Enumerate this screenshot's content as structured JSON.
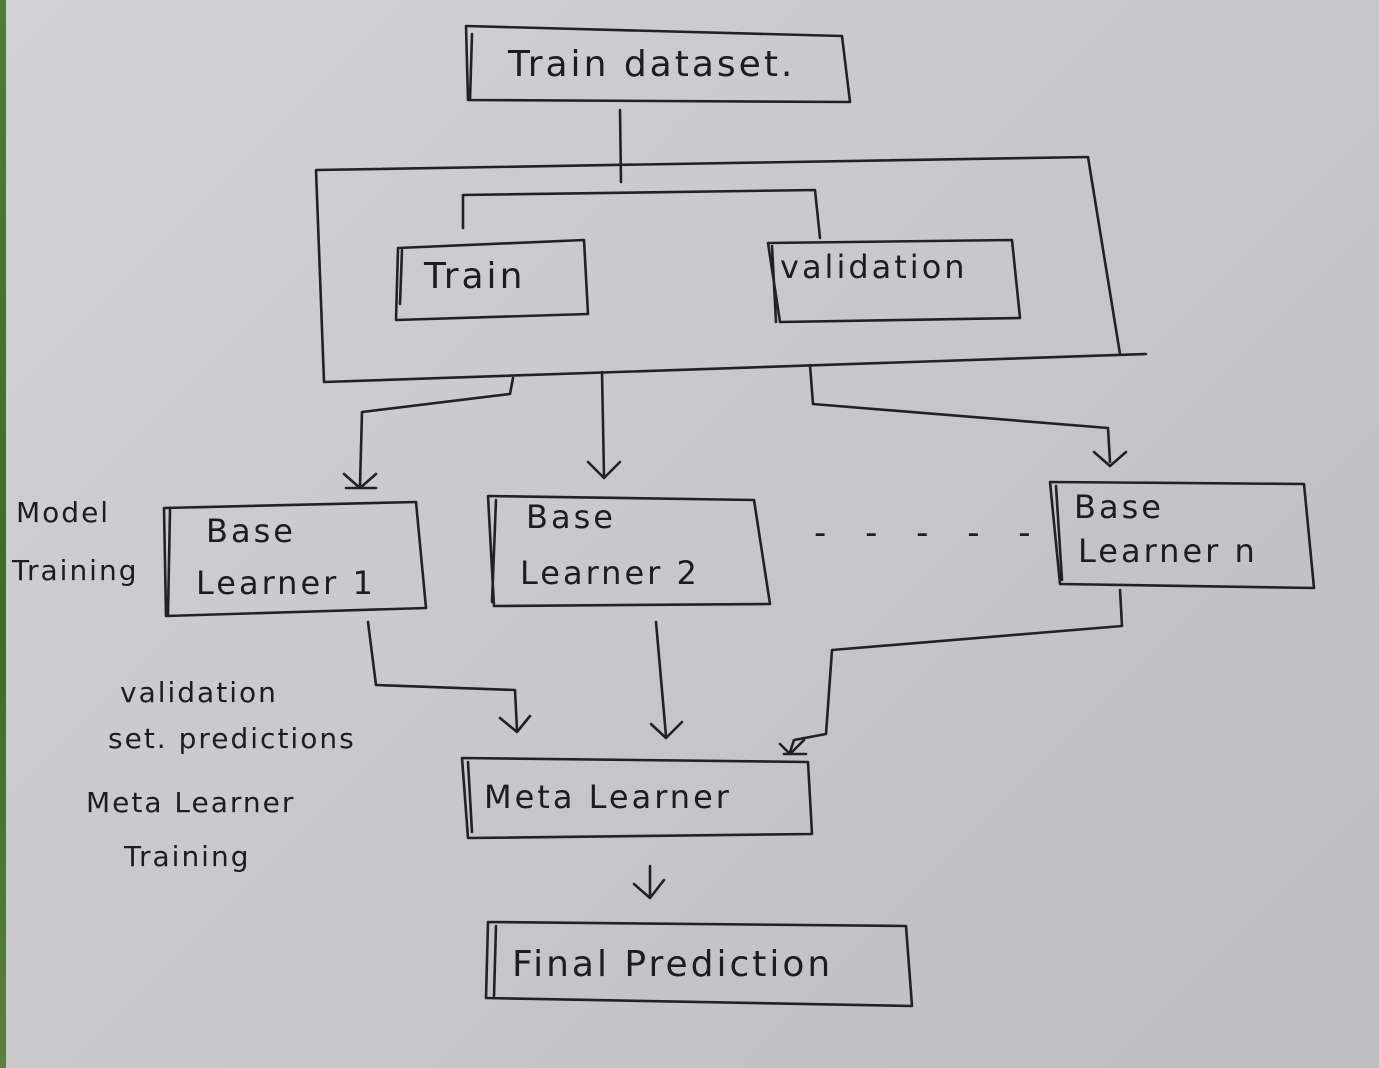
{
  "nodes": {
    "train_dataset": "Train dataset.",
    "train": "Train",
    "validation": "validation",
    "base_learner_1": [
      "Base",
      "Learner 1"
    ],
    "base_learner_2": [
      "Base",
      "Learner 2"
    ],
    "base_learner_n": [
      "Base",
      "Learner n"
    ],
    "meta_learner": "Meta Learner",
    "final_prediction": "Final Prediction"
  },
  "side_labels": {
    "model_training": [
      "Model",
      "Training"
    ],
    "validation_predictions": [
      "validation",
      "set. predictions"
    ],
    "meta_learner_training": [
      "Meta Learner",
      "Training"
    ]
  },
  "ellipsis": "- - - - -"
}
